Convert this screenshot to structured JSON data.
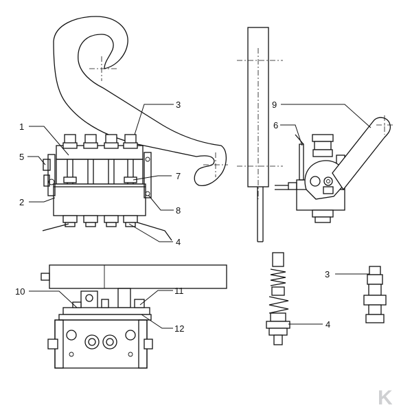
{
  "callouts": {
    "c1": "1",
    "c2": "2",
    "c3_top": "3",
    "c4_front": "4",
    "c5": "5",
    "c6": "6",
    "c7": "7",
    "c8": "8",
    "c9": "9",
    "c10": "10",
    "c11": "11",
    "c12": "12",
    "c4_detail": "4",
    "c3_detail": "3"
  },
  "colors": {
    "line": "#111111",
    "logo": "#cfd0d2"
  },
  "logo": {
    "letter": "K"
  }
}
